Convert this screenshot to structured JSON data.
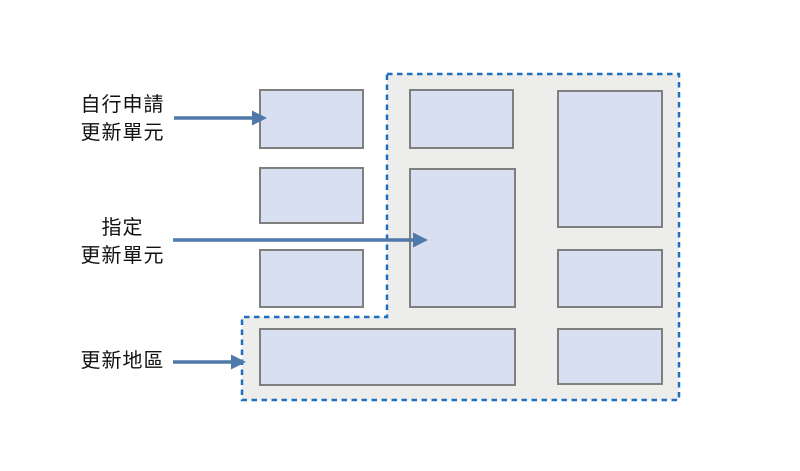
{
  "diagram": {
    "labels": {
      "self_applied_unit": "自行申請\n更新單元",
      "designated_unit": "指定\n更新單元",
      "renewal_area": "更新地區"
    },
    "icons": [
      "arrow-right-icon",
      "arrow-right-icon",
      "arrow-right-icon"
    ],
    "colors": {
      "background": "#FFFFFF",
      "dashed_border": "#1E6FC0",
      "region_fill": "#EDEEEB",
      "unit_fill": "#D8DFF0",
      "unit_border": "#7F7F7F",
      "arrow": "#4E79A8",
      "text": "#111111"
    }
  }
}
